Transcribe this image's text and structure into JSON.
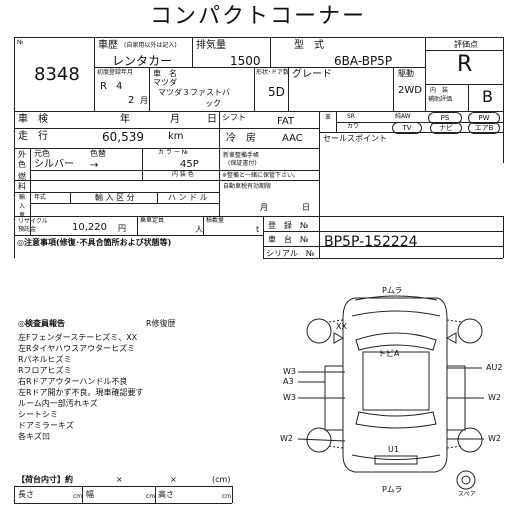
{
  "title": "コンパクトコーナー",
  "lot": {
    "label": "№",
    "number": "8348"
  },
  "header": {
    "vehicle_type_label": "車歴",
    "vehicle_type_note": "(自家用以外は記入)",
    "vehicle_type_value": "レンタカー",
    "displacement_label": "排気量",
    "displacement_value": "1500",
    "model_label": "型　式",
    "model_value": "6BA-BP5P",
    "score_label": "評価点",
    "score_value": "R",
    "first_reg_label": "初度登録年月",
    "first_reg_era": "R",
    "first_reg_year": "4",
    "first_reg_month": "2",
    "first_reg_month_unit": "月",
    "car_name_label1": "車　名",
    "car_name_label2": "マツダ",
    "car_name_value": "マツダ３ファストバ",
    "car_name_value2": "ック",
    "doors_label": "形状･ドア数",
    "doors_value": "5D",
    "grade_label": "グレード",
    "drive_label": "駆動",
    "drive_value": "2WD",
    "interior_label1": "内　装",
    "interior_label2": "補助評価",
    "interior_value": "B"
  },
  "shaken": {
    "label": "車　検",
    "year_label": "年",
    "month_label": "月",
    "day_label": "日"
  },
  "shift": {
    "label": "シフト",
    "value": "FAT"
  },
  "mileage": {
    "label": "走　行",
    "value": "60,539",
    "unit": "km"
  },
  "aircon": {
    "label": "冷　房",
    "value": "AAC"
  },
  "equipment": {
    "label": "装備",
    "items": [
      "SR",
      "純AW",
      "PS",
      "PW",
      "革",
      "カワ",
      "TV",
      "ナビ",
      "エアB"
    ]
  },
  "sales_point_label": "セールスポイント",
  "color": {
    "label1": "外",
    "label2": "色",
    "original_label": "元色",
    "paint_label": "色替",
    "color_no_label": "カ ラ ー №",
    "current": "シルバー",
    "arrow": "→",
    "color_no": "45P",
    "interior_color_label": "内 装 色"
  },
  "fuel": {
    "label1": "燃",
    "label2": "料"
  },
  "manual": {
    "label": "新車整備手帳",
    "sub": "(保証書付)",
    "note": "※整備と一緒に保管下さい。"
  },
  "import": {
    "label1": "輸",
    "label2": "入",
    "label3": "車",
    "year_label": "年式",
    "division_label": "輸 入 区 分",
    "handle_label": "ハ ン ド ル"
  },
  "tax": {
    "label": "自動車税有効期限",
    "month": "月",
    "day": "日"
  },
  "recycle": {
    "label1": "リサイクル",
    "label2": "預託金",
    "value": "10,220",
    "unit": "円",
    "capacity_label": "乗車定員",
    "capacity_unit": "人",
    "load_label": "積載量",
    "load_unit": "t"
  },
  "registration": {
    "reg_label": "登　録　№",
    "chassis_label": "車　台　№",
    "chassis_value": "BP5P-152224",
    "serial_label": "シリアル　№"
  },
  "notes_label": "◎注意事項(修復･不具合箇所および状態等)",
  "inspector": {
    "heading": "◎検査員報告",
    "repair_note": "R修復歴",
    "lines": [
      "左Fフェンダーステーヒズミ、XX",
      "左Rタイヤハウスアウターヒズミ",
      "Rパネルヒズミ",
      "Rフロアヒズミ",
      "右Rドアアウターハンドル不良",
      "左Rドア開かず不良。現車確認要す",
      "ルーム内一部汚れキズ",
      "シートシミ",
      "ドアミラーキズ",
      "各キズ凹"
    ]
  },
  "cargo": {
    "label": "【荷台内寸】約",
    "x1": "×",
    "x2": "×",
    "unit": "(cm)",
    "length_label": "長さ",
    "width_label": "幅",
    "height_label": "高さ",
    "cm": "cm"
  },
  "diagram": {
    "top": "Pムラ",
    "xx": "XX",
    "center": "トビA",
    "au2": "AU2",
    "w3a": "W3",
    "a3": "A3",
    "w3b": "W3",
    "w2r1": "W2",
    "w2l": "W2",
    "w2r2": "W2",
    "u1": "U1",
    "bottom": "Pムラ",
    "spare": "スペア"
  }
}
